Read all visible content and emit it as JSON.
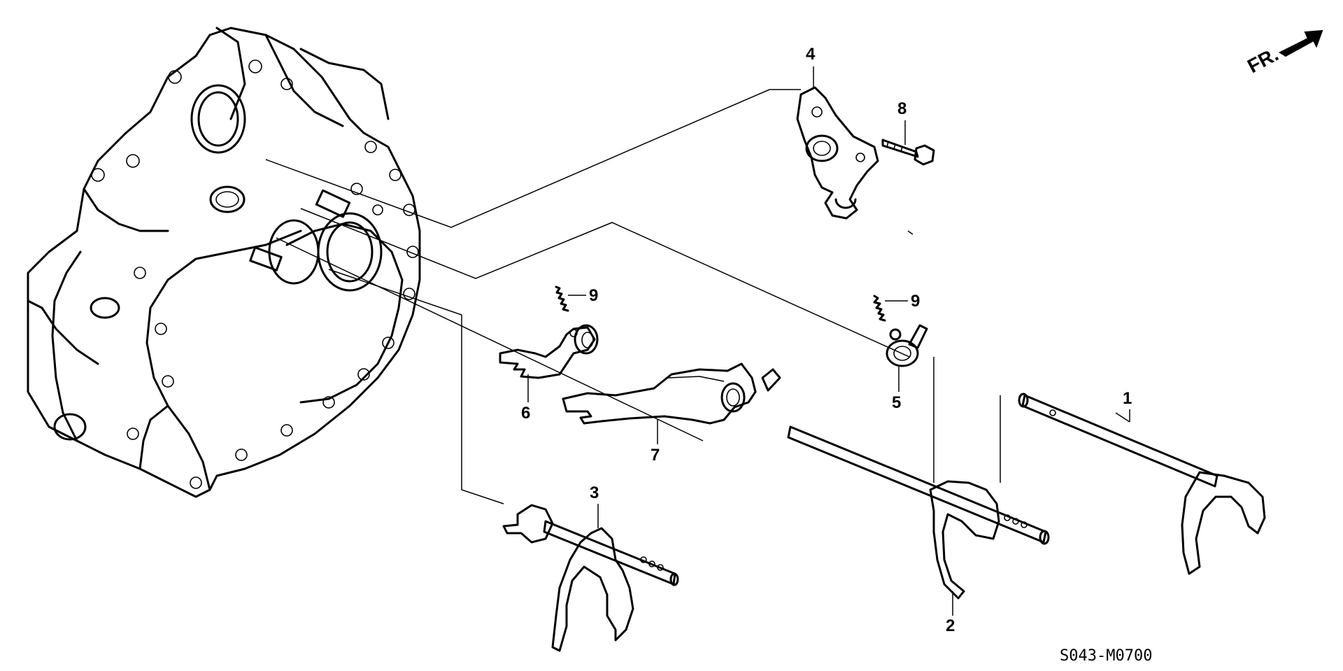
{
  "callouts": [
    "1",
    "2",
    "3",
    "4",
    "5",
    "6",
    "7",
    "8",
    "9",
    "9"
  ],
  "direction_label": "FR.",
  "drawing_code": "S043-M0700"
}
